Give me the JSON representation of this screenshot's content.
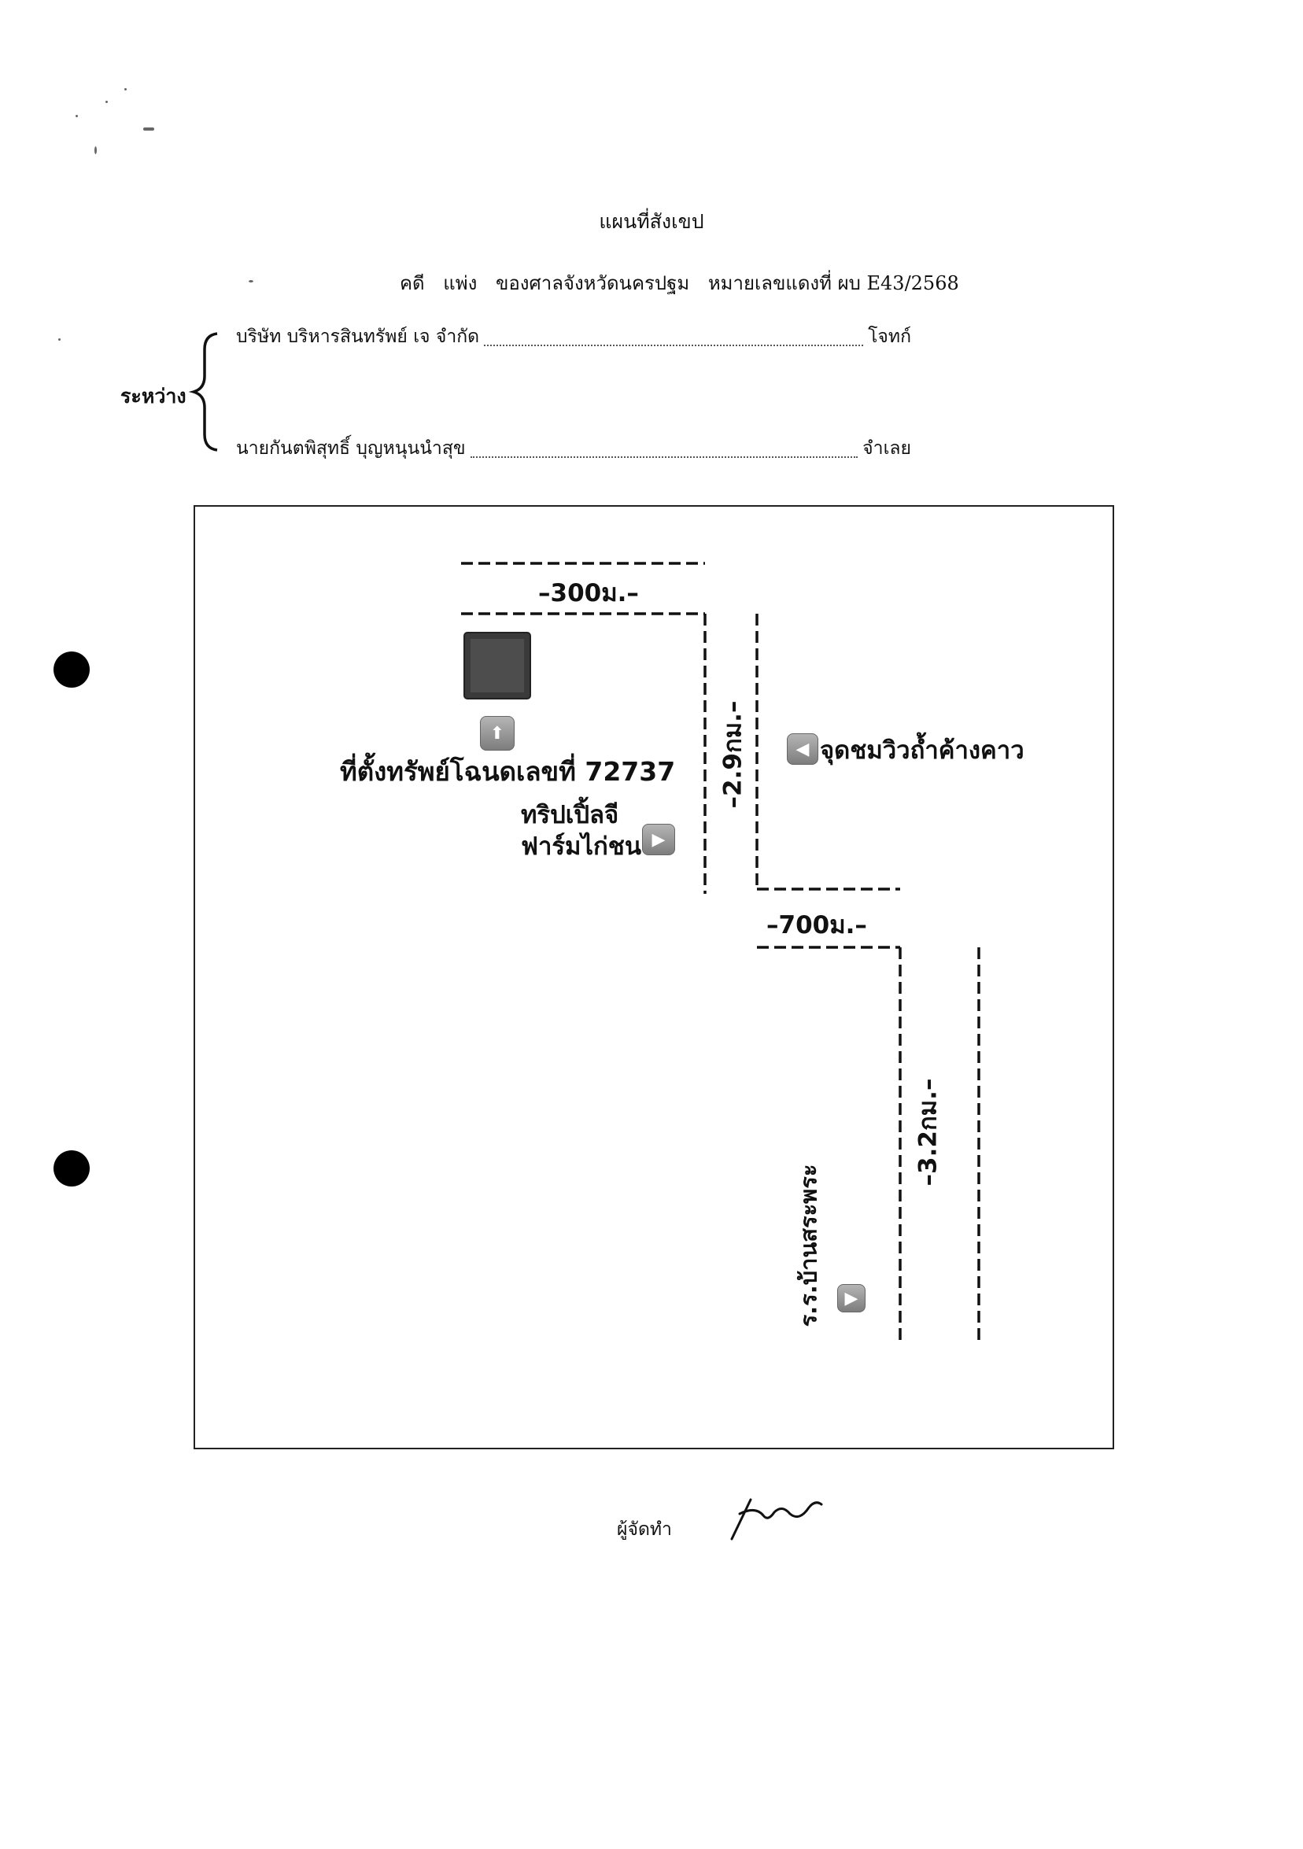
{
  "document": {
    "title": "แผนที่สังเขป",
    "case_line": [
      "คดี",
      "แพ่ง",
      "ของศาลจังหวัดนครปฐม",
      "หมายเลขแดงที่ ผบ E43/2568"
    ],
    "between_label": "ระหว่าง",
    "plaintiff": {
      "name": "บริษัท บริหารสินทรัพย์ เจ จำกัด",
      "role": "โจทก์"
    },
    "defendant": {
      "name": "นายกันตพิสุทธิ์ บุญหนุนนำสุข",
      "role": "จำเลย"
    },
    "preparer_label": "ผู้จัดทำ"
  },
  "map": {
    "distances": {
      "d1": "300ม.",
      "d2": "2.9กม.",
      "d3": "700ม.",
      "d4": "3.2กม."
    },
    "property_label": "ที่ตั้งทรัพย์โฉนดเลขที่ 72737",
    "farm_label_line1": "ทริปเปิ้ลจี",
    "farm_label_line2": "ฟาร์มไก่ชน",
    "viewpoint_label": "จุดชมวิวถ้ำค้างคาว",
    "school_label": "ร.ร.บ้านสระพระ",
    "icons": {
      "property": "up-arrow-icon",
      "farm": "right-arrow-icon",
      "viewpoint": "left-arrow-icon",
      "school": "right-arrow-icon"
    }
  }
}
